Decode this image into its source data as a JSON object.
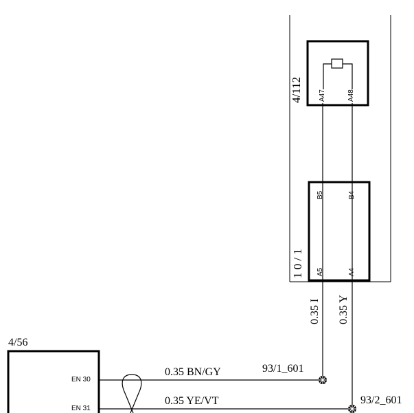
{
  "components": {
    "top_module": {
      "label": "4/112",
      "pins": [
        "A47",
        "A48"
      ]
    },
    "mid_connector": {
      "label": "1 0 / 1",
      "pins_top": [
        "B5",
        "B4"
      ],
      "pins_bottom": [
        "A5",
        "A4"
      ]
    },
    "left_module": {
      "label": "4/56",
      "pins": [
        "EN 30",
        "EN 31"
      ]
    }
  },
  "wires": {
    "vertical_1": "0.35 I",
    "vertical_2": "0.35 Y",
    "horizontal_1": "0.35 BN/GY",
    "horizontal_2": "0.35 YE/VT"
  },
  "splices": {
    "splice_1": "93/1_601",
    "splice_2": "93/2_601"
  }
}
